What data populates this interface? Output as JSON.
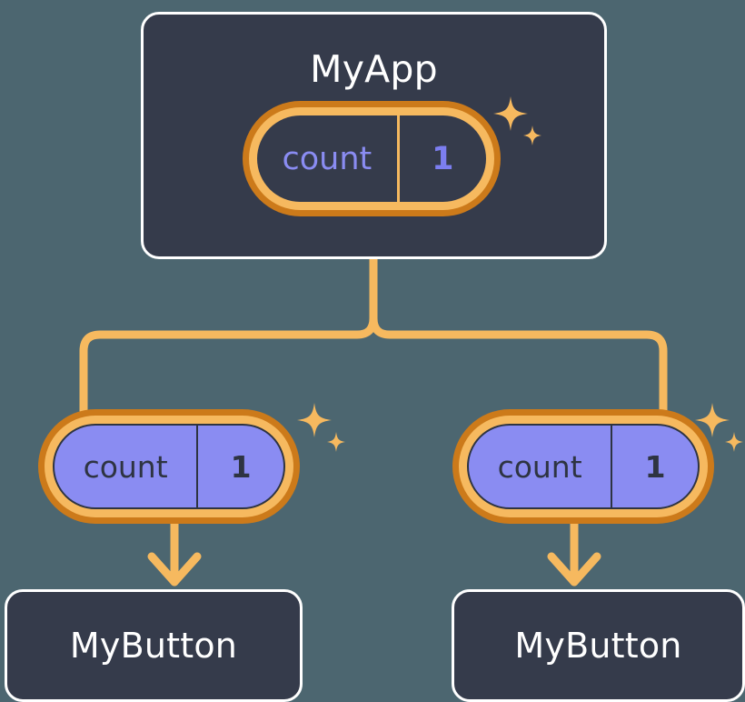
{
  "diagram": {
    "title_root": "MyApp",
    "background_color": "#4c6670",
    "card_color": "#353b4b",
    "accent_orange": "#f6b95f",
    "accent_orange_dark": "#cc7a1a",
    "accent_purple": "#8a8cf2",
    "border_white": "#ffffff"
  },
  "root": {
    "label": "MyApp",
    "state": {
      "key": "count",
      "value": "1",
      "sparkle": "sparkle-icon"
    }
  },
  "branches": [
    {
      "state": {
        "key": "count",
        "value": "1",
        "sparkle": "sparkle-icon"
      },
      "child": {
        "label": "MyButton"
      }
    },
    {
      "state": {
        "key": "count",
        "value": "1",
        "sparkle": "sparkle-icon"
      },
      "child": {
        "label": "MyButton"
      }
    }
  ]
}
